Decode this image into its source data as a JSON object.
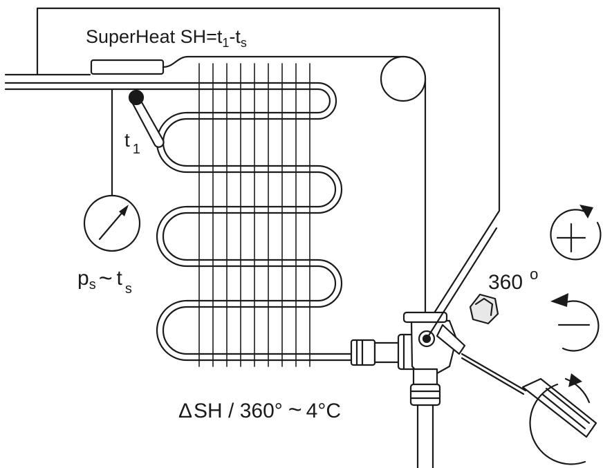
{
  "title": {
    "main": "SuperHeat SH=t",
    "sub1": "1",
    "dash": "-t",
    "sub2": "s"
  },
  "bulb_label": {
    "t": "t",
    "sub": "1"
  },
  "pressure_label": {
    "p": "p",
    "p_sub": "s",
    "tilde": "~",
    "t": "t",
    "t_sub": "s"
  },
  "rotation_label": {
    "value": "360",
    "degree": "o"
  },
  "formula": {
    "delta": "Δ",
    "text": "SH / 360°",
    "tilde": "~",
    "value": "4°C"
  },
  "colors": {
    "line": "#1a1a1a",
    "fill": "#ffffff",
    "cap": "#e8e8e8"
  },
  "icons": [
    "plus-rotate-icon",
    "minus-rotate-icon",
    "screwdriver-rotate-icon",
    "pressure-gauge-icon",
    "cap-nut-icon"
  ]
}
